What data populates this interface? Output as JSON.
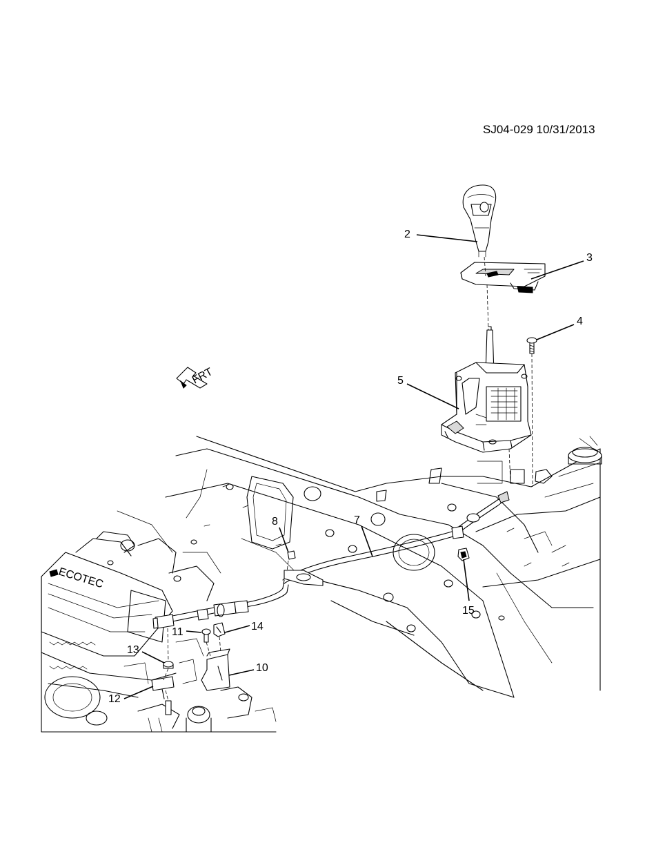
{
  "sheet": {
    "id_date": "SJ04-029 10/31/2013"
  },
  "orientation": {
    "label": "FRT"
  },
  "callouts": [
    {
      "ref": "2"
    },
    {
      "ref": "3"
    },
    {
      "ref": "4"
    },
    {
      "ref": "5"
    },
    {
      "ref": "7"
    },
    {
      "ref": "8"
    },
    {
      "ref": "10"
    },
    {
      "ref": "11"
    },
    {
      "ref": "12"
    },
    {
      "ref": "13"
    },
    {
      "ref": "14"
    },
    {
      "ref": "15"
    }
  ],
  "engine_cover": {
    "brand_text": "ECOTEC"
  }
}
